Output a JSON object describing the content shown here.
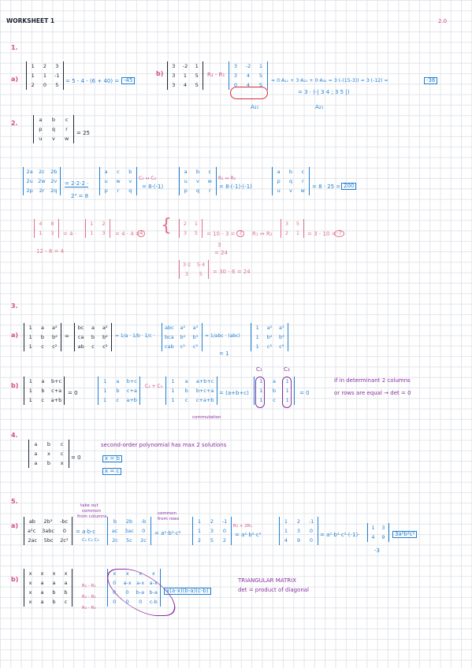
{
  "header": {
    "title": "WORKSHEET 1",
    "page": "2.0"
  },
  "ex1": {
    "num": "1.",
    "a_label": "a)",
    "a_rows": [
      [
        "1",
        "2",
        "3"
      ],
      [
        "1",
        "1",
        "-1"
      ],
      [
        "2",
        "0",
        "5"
      ]
    ],
    "a_result": "= 5 - 4 - (6 + 40) =",
    "a_answer": "-45",
    "b_label": "b)",
    "b_rows": [
      [
        "3",
        "-2",
        "1"
      ],
      [
        "3",
        "1",
        "5"
      ],
      [
        "3",
        "4",
        "5"
      ]
    ],
    "b_op": "R₂ - R₁",
    "b_rows2": [
      [
        "3",
        "-2",
        "1"
      ],
      [
        "3",
        "4",
        "5"
      ],
      [
        "0",
        "4",
        "5"
      ]
    ],
    "b_expr": "= 0·A₁₁ + 3·A₂₁ + 0·A₃₁ = 3·(-(15-3)) = 3·(-12) =",
    "b_answer": "-36",
    "b_sub": "= 3 · (-| 3  4 ; 3  5 |)",
    "b_a21": "A₂₁",
    "b_a31": "A₃₁"
  },
  "ex2": {
    "num": "2.",
    "given_rows": [
      [
        "a",
        "b",
        "c"
      ],
      [
        "p",
        "q",
        "r"
      ],
      [
        "u",
        "v",
        "w"
      ]
    ],
    "given_eq": "= 25",
    "m1": [
      [
        "2a",
        "2c",
        "2b"
      ],
      [
        "2u",
        "2w",
        "2v"
      ],
      [
        "2p",
        "2r",
        "2q"
      ]
    ],
    "s1": "= 2·2·2 ·",
    "s1b": "2³ = 8",
    "m2": [
      [
        "a",
        "c",
        "b"
      ],
      [
        "u",
        "w",
        "v"
      ],
      [
        "p",
        "r",
        "q"
      ]
    ],
    "op1": "C₂ ↔ C₃",
    "s2": "= 8·(-1)",
    "m3": [
      [
        "a",
        "b",
        "c"
      ],
      [
        "u",
        "v",
        "w"
      ],
      [
        "p",
        "q",
        "r"
      ]
    ],
    "op2": "R₁ ↔ R₂",
    "s3": "= 8·(-1)·(-1)",
    "m4": [
      [
        "a",
        "b",
        "c"
      ],
      [
        "p",
        "q",
        "r"
      ],
      [
        "u",
        "v",
        "w"
      ]
    ],
    "s4": "= 8 · 25 =",
    "answer": "200",
    "side1": [
      [
        "4",
        "8"
      ],
      [
        "1",
        "3"
      ]
    ],
    "side1_calc": "12 - 8 = 4",
    "side1_mid": "= 4 ·",
    "side1_m": [
      [
        "1",
        "2"
      ],
      [
        "1",
        "3"
      ]
    ],
    "side1_res": "= 4 · 4 =",
    "side1_ans": "4",
    "side2": [
      [
        "2",
        "1"
      ],
      [
        "3",
        "5"
      ]
    ],
    "side2_res": "= 10 - 3 =",
    "side2_ans": "7",
    "side2_op": "R₁ ↔ R₂",
    "side2_m": [
      [
        "3",
        "5"
      ],
      [
        "2",
        "1"
      ]
    ],
    "side2_res2": "= 3 - 10 =",
    "side2_ans2": "-7",
    "side2_note": "3",
    "side2_note2": "= 24",
    "side3": [
      [
        "3·2",
        "5·4"
      ],
      [
        "3",
        "5"
      ]
    ],
    "side3_res": "= 30 - 6 = 24"
  },
  "ex3": {
    "num": "3.",
    "a_label": "a)",
    "a_m1": [
      [
        "1",
        "a",
        "a²"
      ],
      [
        "1",
        "b",
        "b²"
      ],
      [
        "1",
        "c",
        "c²"
      ]
    ],
    "a_eq": "=",
    "a_m2": [
      [
        "bc",
        "a",
        "a²"
      ],
      [
        "ca",
        "b",
        "b²"
      ],
      [
        "ab",
        "c",
        "c²"
      ]
    ],
    "a_f": "= 1/a · 1/b · 1/c ·",
    "a_m3": [
      [
        "abc",
        "a²",
        "a³"
      ],
      [
        "bca",
        "b²",
        "b³"
      ],
      [
        "cab",
        "c²",
        "c³"
      ]
    ],
    "a_f2": "= 1/abc · (abc)",
    "a_f3": "= 1",
    "a_m4": [
      [
        "1",
        "a²",
        "a³"
      ],
      [
        "1",
        "b²",
        "b³"
      ],
      [
        "1",
        "c²",
        "c³"
      ]
    ],
    "b_label": "b)",
    "b_m1": [
      [
        "1",
        "a",
        "b+c"
      ],
      [
        "1",
        "b",
        "c+a"
      ],
      [
        "1",
        "c",
        "a+b"
      ]
    ],
    "b_eq": "= 0",
    "b_m2": [
      [
        "1",
        "a",
        "b+c"
      ],
      [
        "1",
        "b",
        "c+a"
      ],
      [
        "1",
        "c",
        "a+b"
      ]
    ],
    "b_op": "C₂ + C₃",
    "b_m3": [
      [
        "1",
        "a",
        "a+b+c"
      ],
      [
        "1",
        "b",
        "b+c+a"
      ],
      [
        "1",
        "c",
        "c+a+b"
      ]
    ],
    "b_comm": "commutation",
    "b_f": "= (a+b+c)",
    "b_m4": [
      [
        "1",
        "a",
        "1"
      ],
      [
        "1",
        "b",
        "1"
      ],
      [
        "1",
        "c",
        "1"
      ]
    ],
    "b_c1": "C₁",
    "b_c3": "C₃",
    "b_eq2": "= 0",
    "b_note1": "if in determinant 2 columns",
    "b_note2": "or rows are equal → det = 0"
  },
  "ex4": {
    "num": "4.",
    "rows": [
      [
        "a",
        "b",
        "c"
      ],
      [
        "a",
        "x",
        "c"
      ],
      [
        "a",
        "b",
        "x"
      ]
    ],
    "eq": "= 0",
    "note": "second-order polynomial has max 2 solutions",
    "s1": "x = b",
    "s2": "x = c"
  },
  "ex5": {
    "num": "5.",
    "a_label": "a)",
    "a_m1": [
      [
        "ab",
        "2b³",
        "-bc"
      ],
      [
        "a²c",
        "3abc",
        "0"
      ],
      [
        "2ac",
        "5bc",
        "2c²"
      ]
    ],
    "a_note1": "take out",
    "a_note2": "common",
    "a_note3": "from columns",
    "a_f1": "= a·b·c",
    "a_f1b": "C₁  C₂  C₃",
    "a_m2": [
      [
        "b",
        "2b",
        "-b"
      ],
      [
        "ac",
        "3ac",
        "0"
      ],
      [
        "2c",
        "5c",
        "2c"
      ]
    ],
    "a_note4": "common",
    "a_note5": "from rows",
    "a_f2": "= a²·b²·c²",
    "a_m3": [
      [
        "1",
        "2",
        "-1"
      ],
      [
        "1",
        "3",
        "0"
      ],
      [
        "2",
        "5",
        "2"
      ]
    ],
    "a_op": "R₃ + 2R₁",
    "a_f3": "= a²·b²·c²",
    "a_m4": [
      [
        "1",
        "2",
        "-1"
      ],
      [
        "1",
        "3",
        "0"
      ],
      [
        "4",
        "9",
        "0"
      ]
    ],
    "a_f4": "= a²·b²·c²·(-1)·",
    "a_m5": [
      [
        "1",
        "3"
      ],
      [
        "4",
        "9"
      ]
    ],
    "a_m5_val": "-3",
    "a_answer": "3a²b²c²",
    "b_label": "b)",
    "b_m1": [
      [
        "x",
        "x",
        "x",
        "x"
      ],
      [
        "x",
        "a",
        "a",
        "a"
      ],
      [
        "x",
        "a",
        "b",
        "b"
      ],
      [
        "x",
        "a",
        "b",
        "c"
      ]
    ],
    "b_ops": [
      "R₂ - R₁",
      "R₃ - R₂",
      "R₄ - R₃"
    ],
    "b_m2": [
      [
        "x",
        "x",
        "x",
        "x"
      ],
      [
        "0",
        "a-x",
        "a-x",
        "a-x"
      ],
      [
        "0",
        "0",
        "b-a",
        "b-a"
      ],
      [
        "0",
        "0",
        "0",
        "c-b"
      ]
    ],
    "b_answer": "x(a-x)(b-a)(c-b)",
    "b_note1": "TRIANGULAR MATRIX",
    "b_note2": "det = product of diagonal"
  }
}
